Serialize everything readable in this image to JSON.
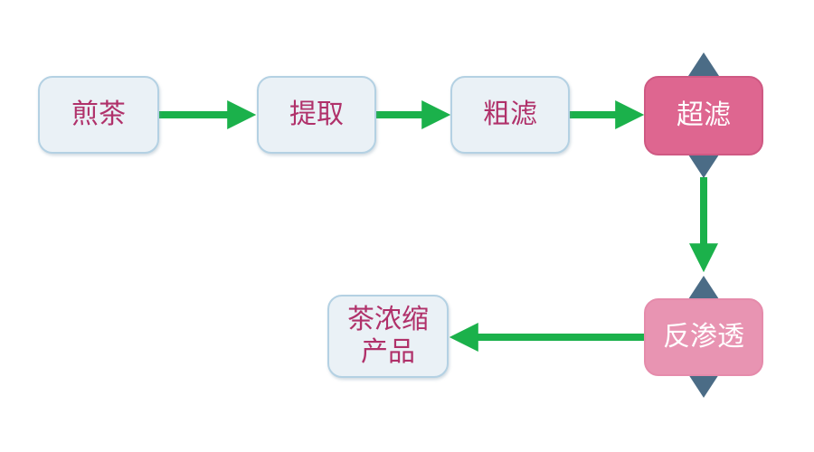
{
  "nodes": {
    "jiancha": "煎茶",
    "tiqu": "提取",
    "culv": "粗滤",
    "chaolv": "超滤",
    "fanshentou": "反渗透",
    "product": "茶浓缩\n产品"
  },
  "colors": {
    "arrow": "#1bb14b",
    "port": "#4b6c86",
    "light_fill": "#eaf1f6",
    "light_border": "#b4d1e3",
    "light_text": "#b0316a",
    "hot_fill": "#de6690",
    "soft_fill": "#e894b2"
  }
}
